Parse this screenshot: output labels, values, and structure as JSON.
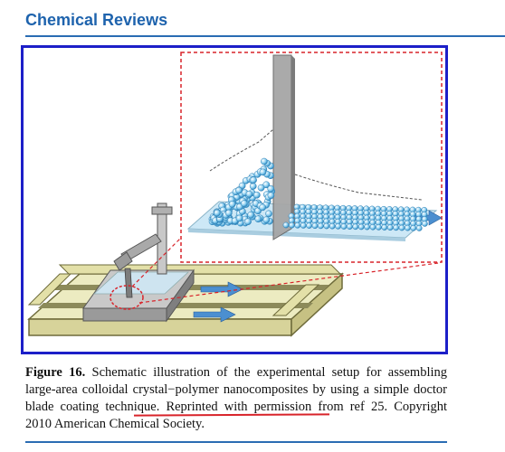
{
  "header": {
    "journal": "Chemical Reviews"
  },
  "figure": {
    "label": "Figure 16.",
    "caption_before": " Schematic illustration of the experimental setup for assembling large-area colloidal crystal−polymer nanocomposites by using a simple ",
    "caption_highlight": "doctor blade coating technique",
    "caption_after": ". Reprinted with permission from ref 25. Copyright 2010 American Chemical Society."
  },
  "colors": {
    "journal_blue": "#1e63ad",
    "frame_blue": "#1c1fc8",
    "highlight_red": "#d8232a",
    "particle_blue": "#4aa3d6",
    "apparatus_base": "#e9e6b3"
  }
}
